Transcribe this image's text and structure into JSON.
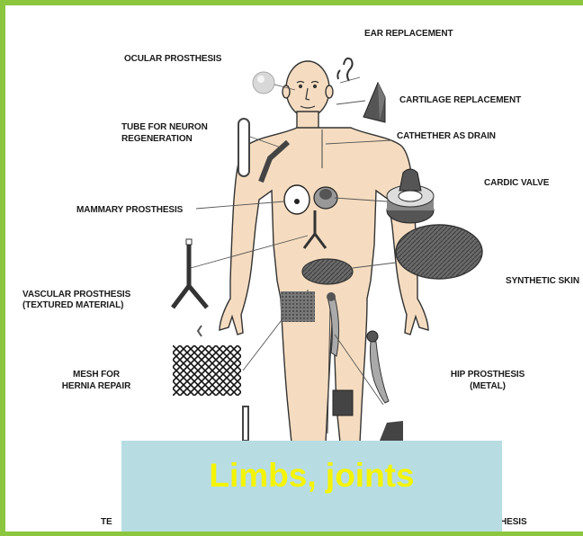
{
  "labels": {
    "ear": "EAR REPLACEMENT",
    "ocular": "OCULAR PROSTHESIS",
    "cartilage": "CARTILAGE REPLACEMENT",
    "neuron_l1": "TUBE FOR NEURON",
    "neuron_l2": "REGENERATION",
    "catheter": "CATHETHER AS DRAIN",
    "cardic": "CARDIC VALVE",
    "mammary": "MAMMARY PROSTHESIS",
    "skin": "SYNTHETIC SKIN",
    "vascular_l1": "VASCULAR PROSTHESIS",
    "vascular_l2": "(TEXTURED MATERIAL)",
    "mesh_l1": "MESH FOR",
    "mesh_l2": "HERNIA REPAIR",
    "hip_l1": "HIP PROSTHESIS",
    "hip_l2": "(METAL)",
    "bottom_left_partial": "TE",
    "bottom_right_partial": "THESIS"
  },
  "overlay": {
    "title": "Limbs, joints"
  },
  "colors": {
    "border": "#8cc63f",
    "overlay_bg": "#b7dde3",
    "overlay_text": "#f4f400",
    "skin": "#f5dcc0"
  }
}
